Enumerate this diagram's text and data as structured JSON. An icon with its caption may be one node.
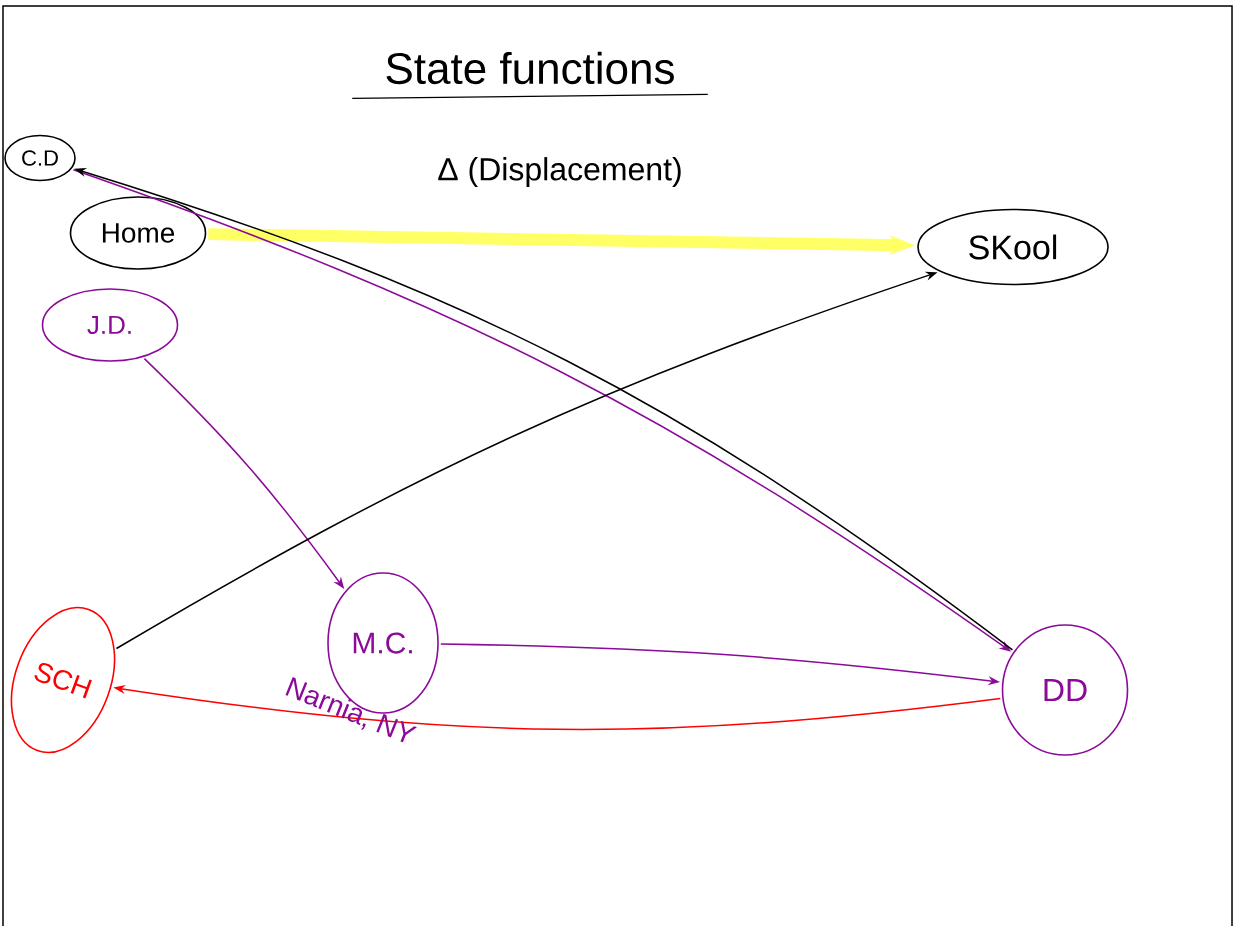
{
  "diagram": {
    "title": "State functions",
    "nodes": [
      {
        "text": [
          "C.D"
        ]
      },
      {
        "text": [
          "Home"
        ]
      },
      {
        "text": [
          "SKool"
        ]
      },
      {
        "text": [
          "J.D."
        ]
      },
      {
        "text": [
          "M.C."
        ]
      },
      {
        "text": [
          "SCH"
        ]
      },
      {
        "text": [
          "DD"
        ]
      }
    ],
    "edges": [
      {
        "from": 1,
        "to": 2,
        "arrow": "to",
        "label": "Δ (Displacement)",
        "style": "thick",
        "color": "#ffff66"
      },
      {
        "from": 0,
        "to": 6,
        "arrow": "to"
      },
      {
        "from": 6,
        "to": 0,
        "arrow": "to",
        "color": "#000000"
      },
      {
        "from": 3,
        "to": 4,
        "arrow": "to"
      },
      {
        "from": 5,
        "to": 2,
        "arrow": "to",
        "color": "#000000"
      },
      {
        "from": 4,
        "to": 6,
        "arrow": "to"
      },
      {
        "from": 6,
        "to": 5,
        "arrow": "to",
        "color": "#ff0000"
      }
    ],
    "labels": [
      "Narnia, NY"
    ]
  }
}
